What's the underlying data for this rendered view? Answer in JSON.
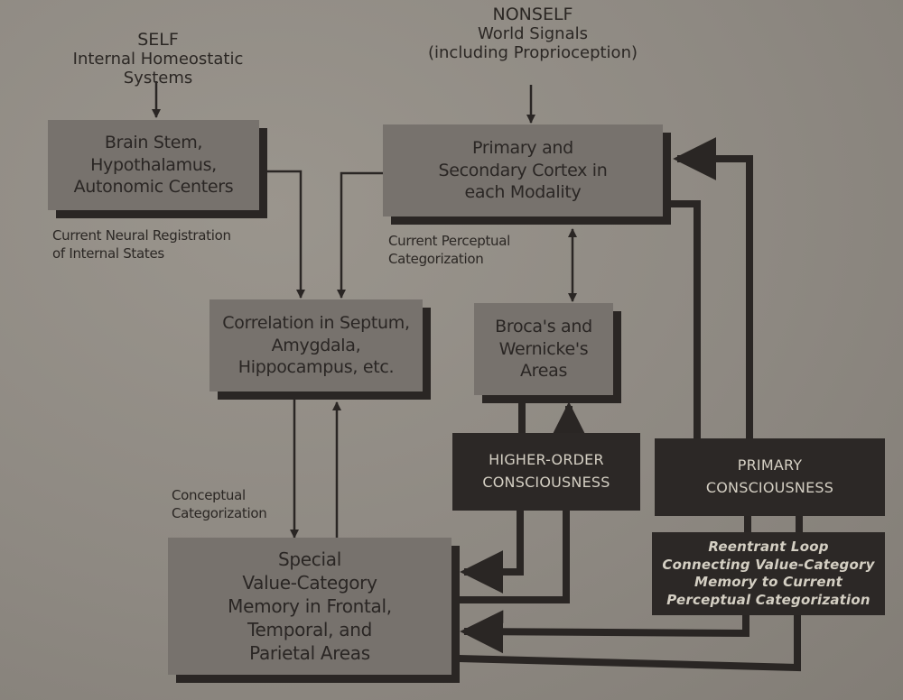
{
  "sources": {
    "self": {
      "title": "SELF",
      "subtitle": "Internal Homeostatic Systems"
    },
    "nonself": {
      "title": "NONSELF",
      "subtitle": "World Signals",
      "subtitle2": "(including Proprioception)"
    }
  },
  "boxes": {
    "brain_stem": "Brain Stem,\nHypothalamus,\nAutonomic Centers",
    "cortex": "Primary and\nSecondary Cortex in\neach Modality",
    "correlation": "Correlation in Septum,\nAmygdala,\nHippocampus, etc.",
    "broca": "Broca's and\nWernicke's\nAreas",
    "higher_order": "HIGHER-ORDER\nCONSCIOUSNESS",
    "primary": "PRIMARY\nCONSCIOUSNESS",
    "reentrant": "Reentrant Loop\nConnecting Value-Category\nMemory to Current\nPerceptual Categorization",
    "memory": "Special\nValue-Category\nMemory in Frontal,\nTemporal, and\nParietal Areas"
  },
  "notes": {
    "neural_registration": [
      "Current Neural Registration",
      "of Internal States"
    ],
    "perceptual": [
      "Current Perceptual",
      "Categorization"
    ],
    "conceptual": [
      "Conceptual",
      "Categorization"
    ]
  },
  "colors": {
    "background": "#8f8a83",
    "box_fill": "#77726d",
    "dark_fill": "#2c2826",
    "ink": "#2a2624",
    "light_text": "#d4cfc3"
  }
}
